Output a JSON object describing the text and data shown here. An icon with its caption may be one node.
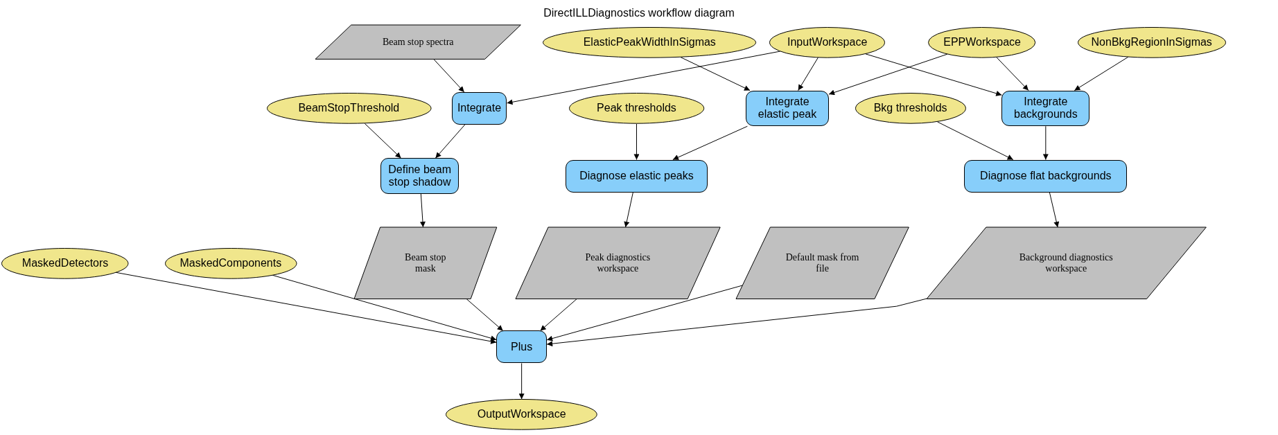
{
  "diagram": {
    "title": "DirectILLDiagnostics workflow diagram",
    "nodes": [
      {
        "text": [
          "Beam stop spectra"
        ]
      },
      {
        "text": [
          "ElasticPeakWidthInSigmas"
        ]
      },
      {
        "text": [
          "InputWorkspace"
        ]
      },
      {
        "text": [
          "EPPWorkspace"
        ]
      },
      {
        "text": [
          "NonBkgRegionInSigmas"
        ]
      },
      {
        "text": [
          "BeamStopThreshold"
        ]
      },
      {
        "text": [
          "Integrate"
        ]
      },
      {
        "text": [
          "Peak thresholds"
        ]
      },
      {
        "text": [
          "Integrate elastic peak"
        ]
      },
      {
        "text": [
          "Bkg thresholds"
        ]
      },
      {
        "text": [
          "Integrate backgrounds"
        ]
      },
      {
        "text": [
          "Define beam stop shadow"
        ]
      },
      {
        "text": [
          "Diagnose elastic peaks"
        ]
      },
      {
        "text": [
          "Diagnose flat backgrounds"
        ]
      },
      {
        "text": [
          "MaskedDetectors"
        ]
      },
      {
        "text": [
          "MaskedComponents"
        ]
      },
      {
        "text": [
          "Beam stop mask"
        ]
      },
      {
        "text": [
          "Peak diagnostics workspace"
        ]
      },
      {
        "text": [
          "Default mask from file"
        ]
      },
      {
        "text": [
          "Background diagnostics workspace"
        ]
      },
      {
        "text": [
          "Plus"
        ]
      },
      {
        "text": [
          "OutputWorkspace"
        ]
      }
    ],
    "edges": [
      {
        "from": 0,
        "to": 6,
        "arrow": "to"
      },
      {
        "from": 2,
        "to": 6,
        "arrow": "to"
      },
      {
        "from": 1,
        "to": 8,
        "arrow": "to"
      },
      {
        "from": 2,
        "to": 8,
        "arrow": "to"
      },
      {
        "from": 3,
        "to": 8,
        "arrow": "to"
      },
      {
        "from": 2,
        "to": 10,
        "arrow": "to"
      },
      {
        "from": 3,
        "to": 10,
        "arrow": "to"
      },
      {
        "from": 4,
        "to": 10,
        "arrow": "to"
      },
      {
        "from": 5,
        "to": 11,
        "arrow": "to"
      },
      {
        "from": 6,
        "to": 11,
        "arrow": "to"
      },
      {
        "from": 7,
        "to": 12,
        "arrow": "to"
      },
      {
        "from": 8,
        "to": 12,
        "arrow": "to"
      },
      {
        "from": 9,
        "to": 13,
        "arrow": "to"
      },
      {
        "from": 10,
        "to": 13,
        "arrow": "to"
      },
      {
        "from": 11,
        "to": 16,
        "arrow": "to"
      },
      {
        "from": 12,
        "to": 17,
        "arrow": "to"
      },
      {
        "from": 13,
        "to": 19,
        "arrow": "to"
      },
      {
        "from": 14,
        "to": 20,
        "arrow": "to"
      },
      {
        "from": 15,
        "to": 20,
        "arrow": "to"
      },
      {
        "from": 16,
        "to": 20,
        "arrow": "to"
      },
      {
        "from": 17,
        "to": 20,
        "arrow": "to"
      },
      {
        "from": 18,
        "to": 20,
        "arrow": "to"
      },
      {
        "from": 19,
        "to": 20,
        "arrow": "to"
      },
      {
        "from": 20,
        "to": 21,
        "arrow": "to"
      }
    ]
  }
}
